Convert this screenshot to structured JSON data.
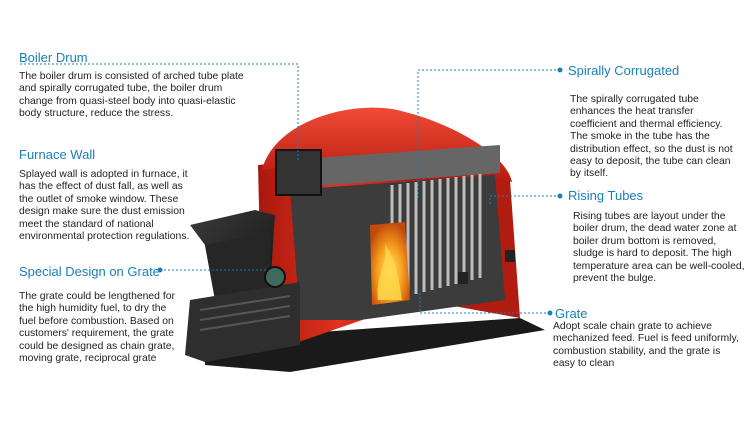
{
  "labels": {
    "boiler_drum": {
      "title": "Boiler Drum",
      "desc": "The boiler drum is consisted of arched tube plate and spirally corrugated tube, the boiler drum change from quasi-steel body into quasi-elastic body structure, reduce the stress."
    },
    "furnace_wall": {
      "title": "Furnace Wall",
      "desc": "Splayed wall is adopted in furnace, it has the effect of dust fall, as well as the outlet of smoke window. These design make sure the dust emission meet the standard of national environmental protection regulations."
    },
    "special_grate": {
      "title": "Special Design on Grate",
      "desc": "The grate could be lengthened for the high humidity fuel, to dry the fuel before combustion. Based on customers' requirement, the grate could be designed as chain grate, moving grate, reciprocal grate"
    },
    "spirally_corrugated": {
      "title": "Spirally Corrugated",
      "desc": "The spirally corrugated tube enhances the heat transfer coefficient and thermal efficiency. The smoke in the tube has the distribution effect, so the dust is not easy to deposit, the tube can clean by itself."
    },
    "rising_tubes": {
      "title": "Rising Tubes",
      "desc": "Rising tubes are layout under the boiler drum, the dead water zone at boiler drum bottom is removed, sludge is hard to deposit. The high temperature area can be well-cooled, prevent the bulge."
    },
    "grate": {
      "title": "Grate",
      "desc": "Adopt scale chain grate to achieve mechanized feed. Fuel is feed uniformly, combustion stability, and the grate is easy to clean"
    }
  },
  "colors": {
    "heading": "#1a7fb8",
    "boiler_red": "#d42a1c",
    "frame_dark": "#2a2a2a",
    "fire": "#f39a1e"
  }
}
